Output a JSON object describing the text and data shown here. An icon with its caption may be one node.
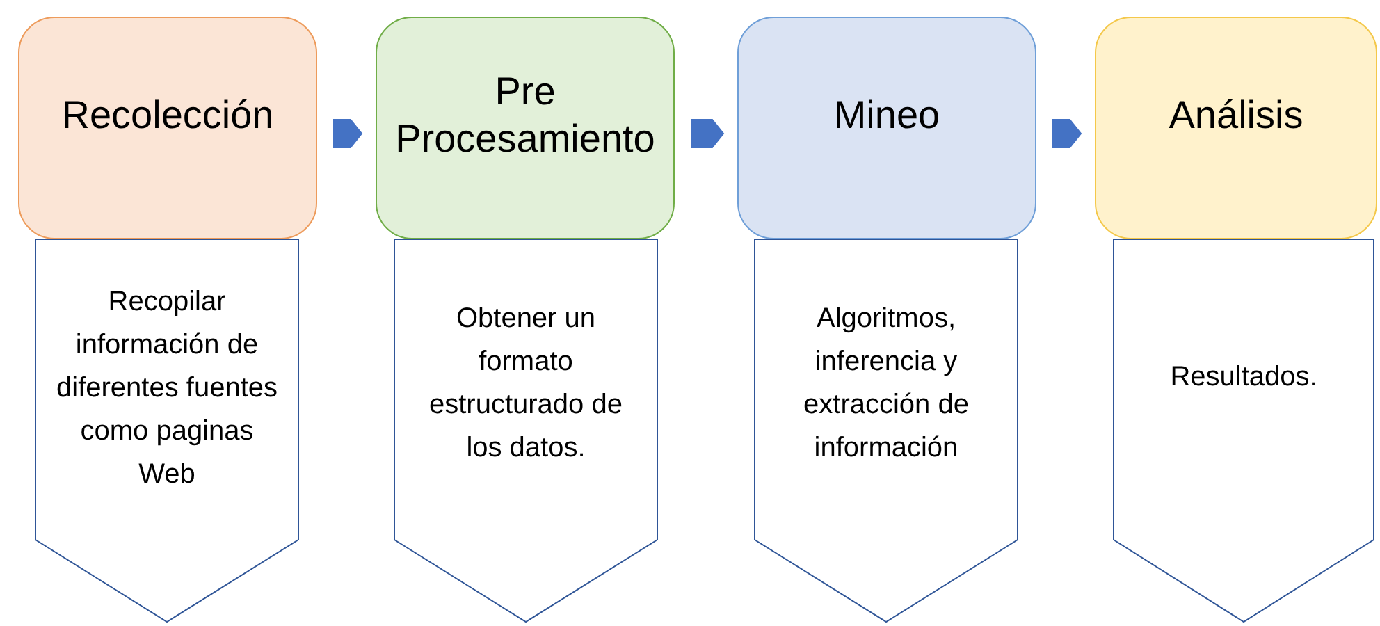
{
  "diagram": {
    "nodes": [
      {
        "text": [
          "Recolección"
        ]
      },
      {
        "text": [
          "Recopilar información de diferentes fuentes como paginas Web"
        ]
      },
      {
        "text": [
          "Pre Procesamiento"
        ]
      },
      {
        "text": [
          "Obtener un formato estructurado de los datos."
        ]
      },
      {
        "text": [
          "Mineo"
        ]
      },
      {
        "text": [
          "Algoritmos, inferencia y extracción de información"
        ]
      },
      {
        "text": [
          "Análisis"
        ]
      },
      {
        "text": [
          "Resultados."
        ]
      }
    ],
    "edges": [
      {
        "from": 0,
        "to": 2,
        "arrow": "to"
      },
      {
        "from": 2,
        "to": 4,
        "arrow": "to"
      },
      {
        "from": 4,
        "to": 6,
        "arrow": "to"
      }
    ]
  }
}
